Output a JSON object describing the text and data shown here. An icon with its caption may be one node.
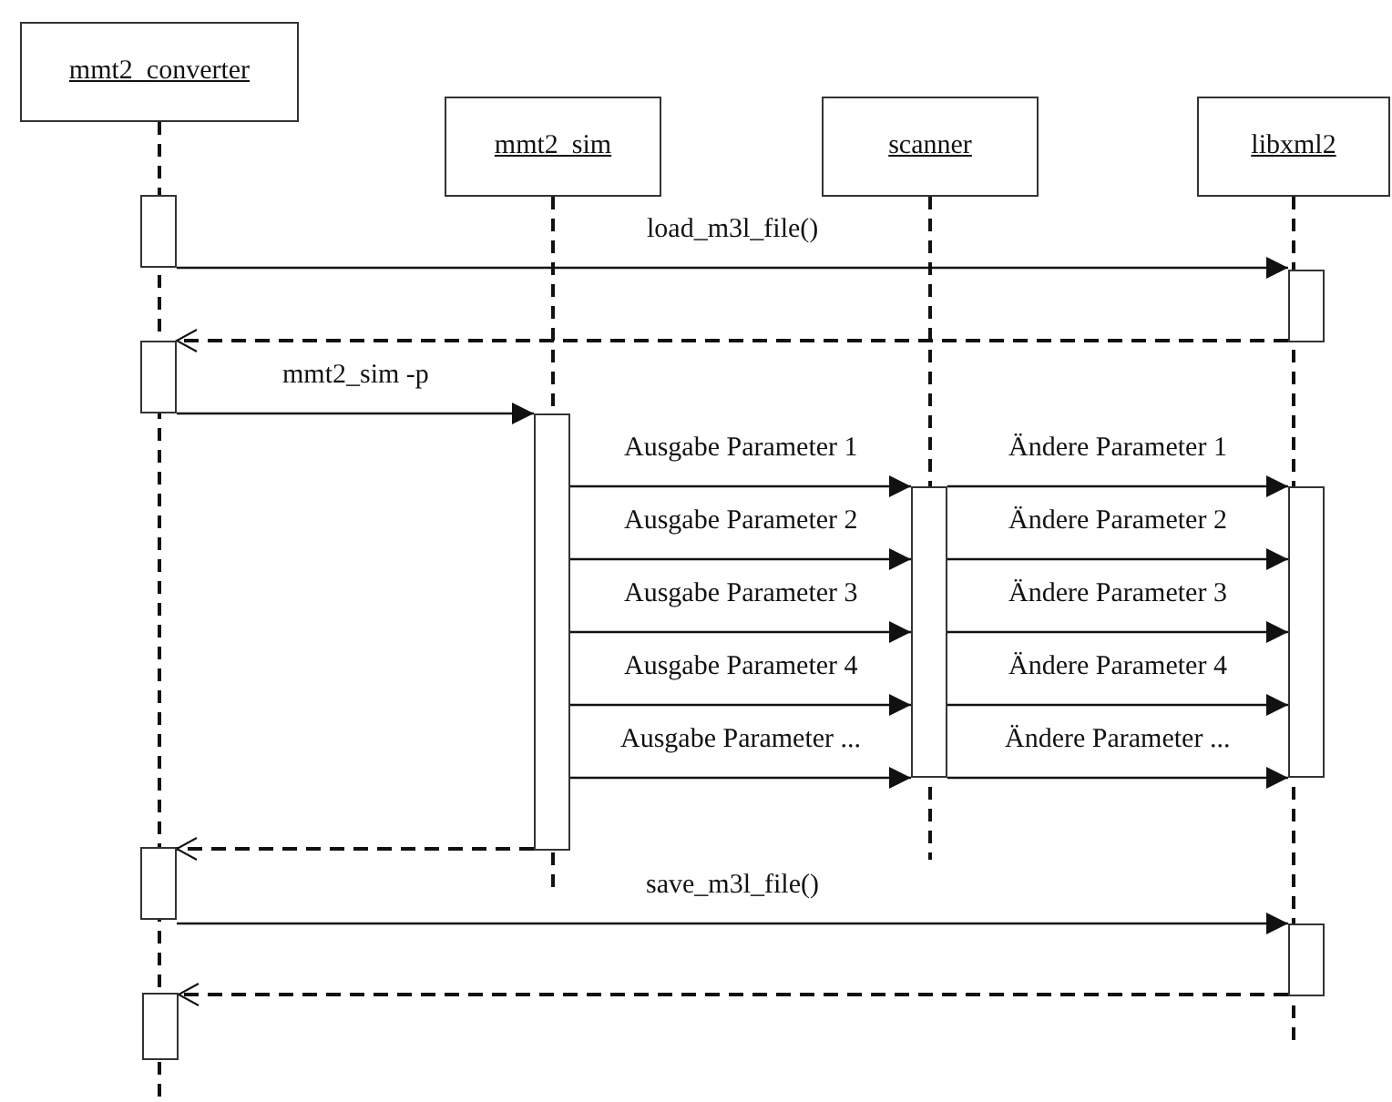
{
  "diagram": {
    "nodes": [
      {
        "text": [
          "mmt2_converter"
        ]
      },
      {
        "text": [
          "mmt2_sim"
        ]
      },
      {
        "text": [
          "scanner"
        ]
      },
      {
        "text": [
          "libxml2"
        ]
      },
      {
        "text": [],
        "shape": "bar"
      },
      {
        "text": [],
        "shape": "bar"
      },
      {
        "text": [],
        "shape": "bar"
      },
      {
        "text": [],
        "shape": "bar"
      },
      {
        "text": [],
        "shape": "bar"
      },
      {
        "text": [],
        "shape": "bar"
      },
      {
        "text": [],
        "shape": "bar"
      },
      {
        "text": [],
        "shape": "bar"
      },
      {
        "text": [],
        "shape": "bar"
      }
    ],
    "edges": [
      {
        "from": 4,
        "to": 5,
        "arrow": "to",
        "label": "load_m3l_file()"
      },
      {
        "from": 5,
        "to": 6,
        "arrow": "to",
        "style": "dashed"
      },
      {
        "from": 6,
        "to": 7,
        "arrow": "to",
        "label": "mmt2_sim -p"
      },
      {
        "from": 7,
        "to": 8,
        "arrow": "to",
        "label": "Ausgabe Parameter 1"
      },
      {
        "from": 7,
        "to": 8,
        "arrow": "to",
        "label": "Ausgabe Parameter 2"
      },
      {
        "from": 7,
        "to": 8,
        "arrow": "to",
        "label": "Ausgabe Parameter 3"
      },
      {
        "from": 7,
        "to": 8,
        "arrow": "to",
        "label": "Ausgabe Parameter 4"
      },
      {
        "from": 7,
        "to": 8,
        "arrow": "to",
        "label": "Ausgabe Parameter ..."
      },
      {
        "from": 8,
        "to": 9,
        "arrow": "to",
        "label": "Ändere Parameter 1"
      },
      {
        "from": 8,
        "to": 9,
        "arrow": "to",
        "label": "Ändere Parameter 2"
      },
      {
        "from": 8,
        "to": 9,
        "arrow": "to",
        "label": "Ändere Parameter 3"
      },
      {
        "from": 8,
        "to": 9,
        "arrow": "to",
        "label": "Ändere Parameter 4"
      },
      {
        "from": 8,
        "to": 9,
        "arrow": "to",
        "label": "Ändere Parameter ..."
      },
      {
        "from": 7,
        "to": 10,
        "arrow": "to",
        "style": "dashed"
      },
      {
        "from": 10,
        "to": 11,
        "arrow": "to",
        "label": "save_m3l_file()"
      },
      {
        "from": 11,
        "to": 12,
        "arrow": "to",
        "style": "dashed"
      }
    ]
  }
}
